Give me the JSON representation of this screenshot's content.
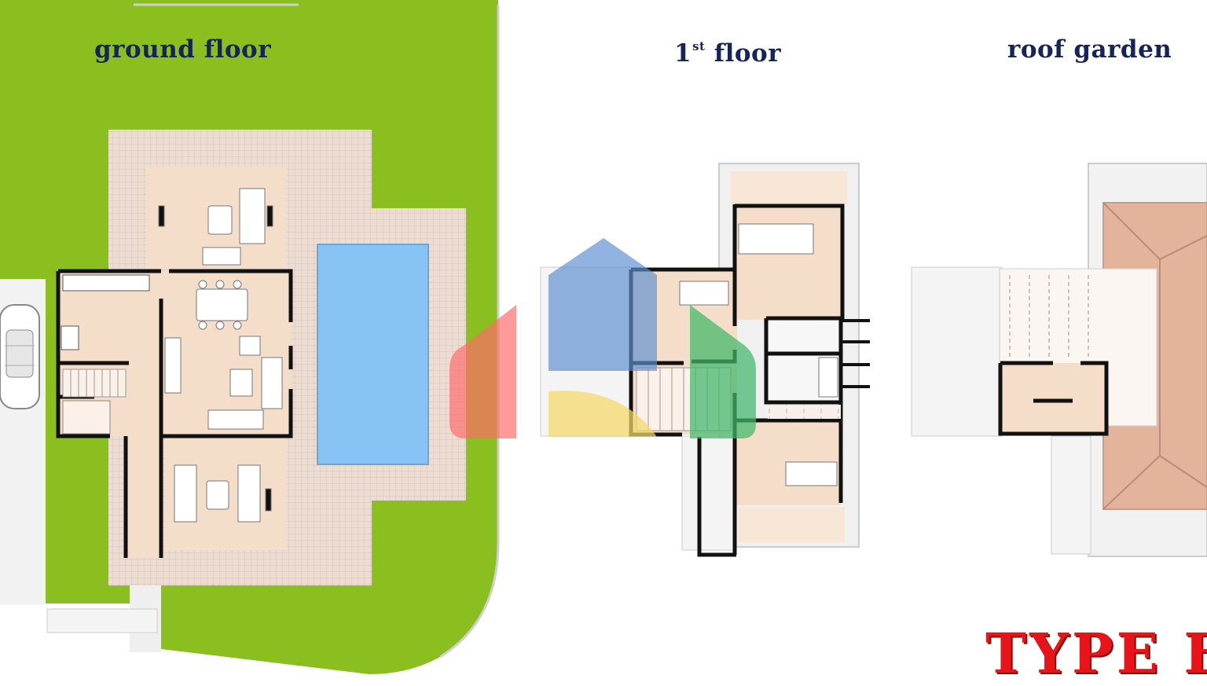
{
  "floors": {
    "ground": {
      "title": "ground floor"
    },
    "first": {
      "number": "1",
      "suffix": "st",
      "label": "floor"
    },
    "roof": {
      "title": "roof garden"
    }
  },
  "type_label": "TYPE  B",
  "colors": {
    "lawn": "#8bbf1f",
    "paving": "#eadbd0",
    "room_floor": "#f5dec9",
    "pool_water": "#87c3f5",
    "walls": "#111111",
    "roof_tiles": "#e3b39b",
    "title_text": "#17245a",
    "type_label": "#e8141a",
    "watermark_red": "#ff6b6b",
    "watermark_blue": "#5f8fcf",
    "watermark_yellow": "#f5d867",
    "watermark_green": "#41b76a"
  }
}
